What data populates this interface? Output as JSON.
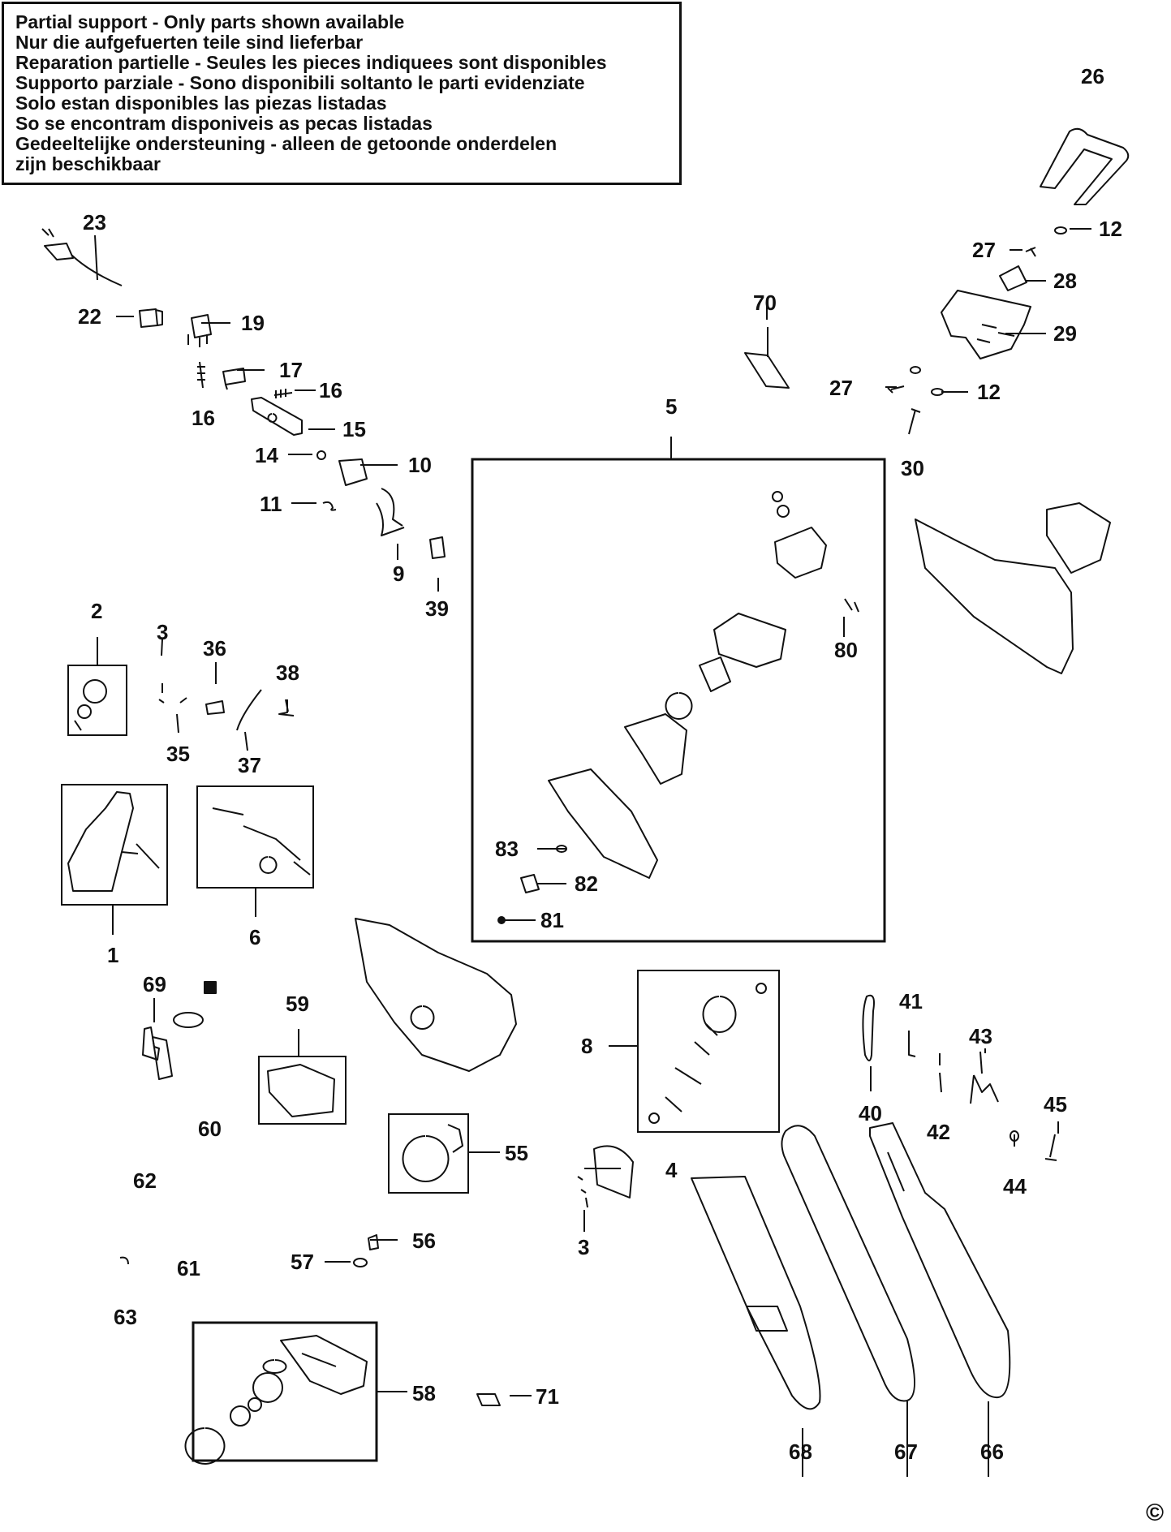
{
  "notice": {
    "lines": [
      "Partial support - Only parts shown available",
      "Nur die aufgefuerten teile sind lieferbar",
      "Reparation partielle - Seules les pieces indiquees sont disponibles",
      "Supporto parziale - Sono disponibili soltanto le parti evidenziate",
      "Solo estan disponibles las piezas listadas",
      "So se encontram disponiveis as pecas listadas",
      "Gedeeltelijke ondersteuning - alleen de getoonde onderdelen",
      "zijn beschikbaar"
    ]
  },
  "labels": {
    "l1": "1",
    "l2": "2",
    "l3a": "3",
    "l3b": "3",
    "l4": "4",
    "l5": "5",
    "l6": "6",
    "l8": "8",
    "l9": "9",
    "l10": "10",
    "l11": "11",
    "l12a": "12",
    "l12b": "12",
    "l14": "14",
    "l15": "15",
    "l16a": "16",
    "l16b": "16",
    "l17": "17",
    "l19": "19",
    "l22": "22",
    "l23": "23",
    "l26": "26",
    "l27a": "27",
    "l27b": "27",
    "l28": "28",
    "l29": "29",
    "l30": "30",
    "l35": "35",
    "l36": "36",
    "l37": "37",
    "l38": "38",
    "l39": "39",
    "l40": "40",
    "l41": "41",
    "l42": "42",
    "l43": "43",
    "l44": "44",
    "l45": "45",
    "l55": "55",
    "l56": "56",
    "l57": "57",
    "l58": "58",
    "l59": "59",
    "l60": "60",
    "l61": "61",
    "l62": "62",
    "l63": "63",
    "l66": "66",
    "l67": "67",
    "l68": "68",
    "l69": "69",
    "l70": "70",
    "l71": "71",
    "l80": "80",
    "l81": "81",
    "l82": "82",
    "l83": "83"
  },
  "copyright": "©"
}
